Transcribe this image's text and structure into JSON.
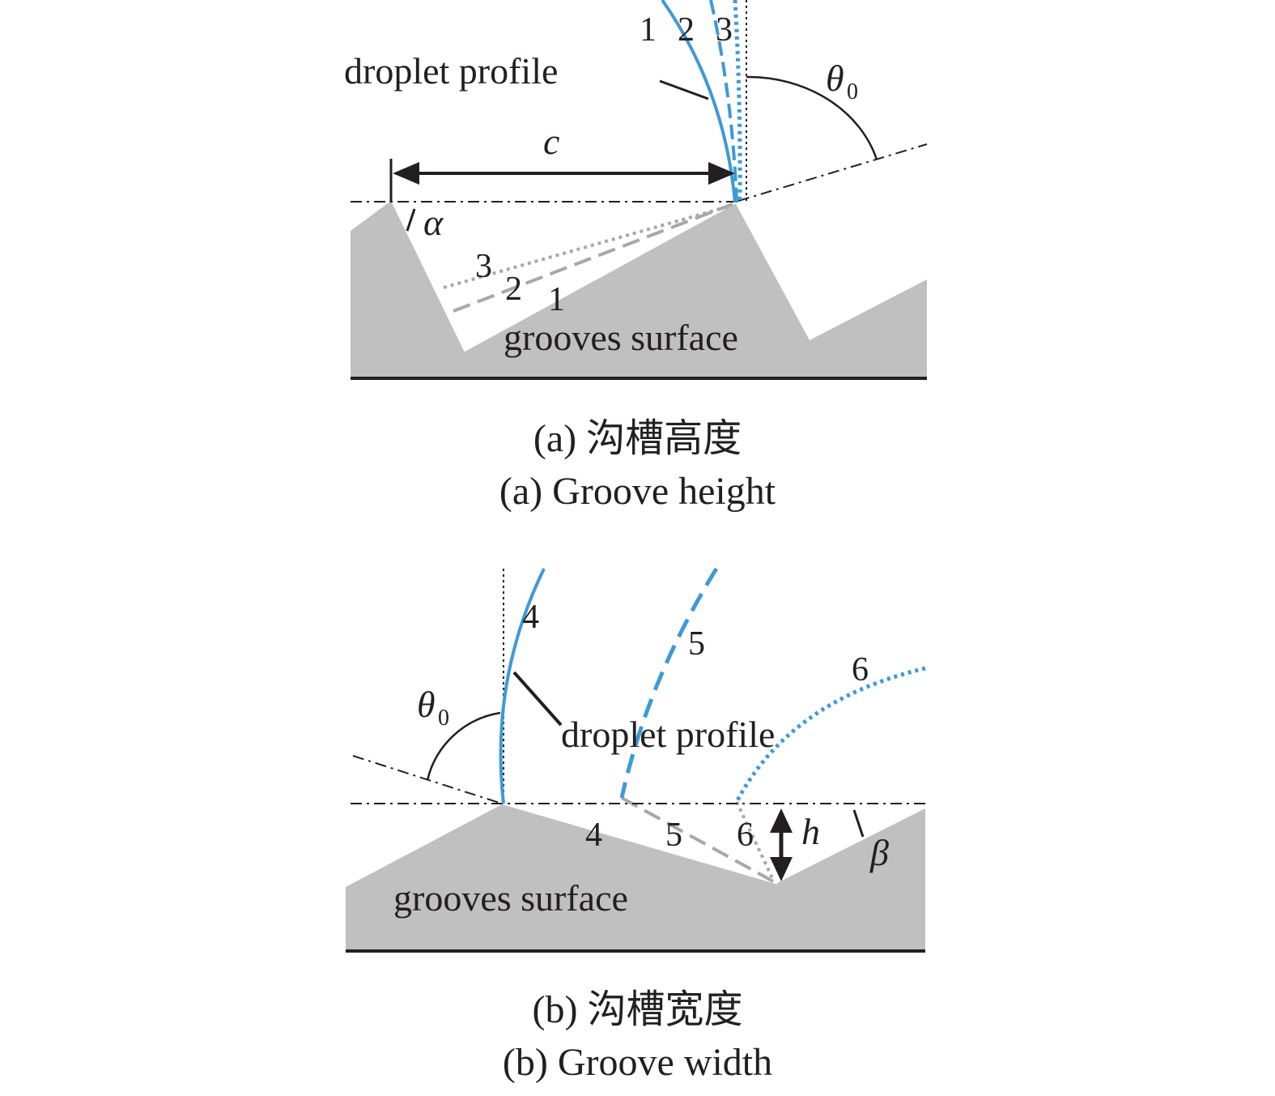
{
  "panel_a": {
    "droplet_label": "droplet profile",
    "surface_label": "grooves surface",
    "symbol_c": "c",
    "symbol_alpha": "α",
    "symbol_theta": "θ",
    "symbol_theta_sub": "0",
    "profile_labels": [
      "1",
      "2",
      "3"
    ],
    "groove_labels": [
      "3",
      "2",
      "1"
    ],
    "caption_cn": "(a) 沟槽高度",
    "caption_en": "(a) Groove height"
  },
  "panel_b": {
    "droplet_label": "droplet profile",
    "surface_label": "grooves surface",
    "symbol_h": "h",
    "symbol_beta": "β",
    "symbol_theta": "θ",
    "symbol_theta_sub": "0",
    "profile_labels": [
      "4",
      "5",
      "6"
    ],
    "groove_labels": [
      "4",
      "5",
      "6"
    ],
    "caption_cn": "(b) 沟槽宽度",
    "caption_en": "(b) Groove width"
  },
  "colors": {
    "droplet": "#3d9ad6",
    "surface": "#c0c0c0",
    "groove_outline": "#9e9e9e",
    "ink": "#231f20"
  }
}
